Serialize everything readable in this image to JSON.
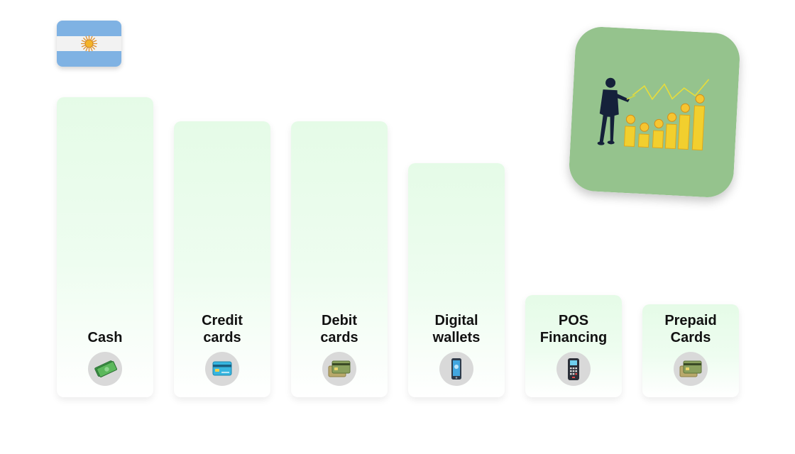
{
  "colors": {
    "flag_blue": "#7fb2e3",
    "flag_white": "#f2f2f2",
    "sun": "#f4b428",
    "bar_top": "#e5fbe7",
    "illus_bg": "#95c38d",
    "icon_circle": "#d9d9d9"
  },
  "flag": {
    "country": "Argentina",
    "icon": "argentina-flag-icon"
  },
  "illustration": {
    "icon": "businessman-growth-chart-icon"
  },
  "chart_data": {
    "type": "bar",
    "categories": [
      "Cash",
      "Credit cards",
      "Debit cards",
      "Digital wallets",
      "POS Financing",
      "Prepaid Cards"
    ],
    "labels": [
      "Cash",
      "Credit\ncards",
      "Debit\ncards",
      "Digital\nwallets",
      "POS\nFinancing",
      "Prepaid\nCards"
    ],
    "icons": [
      "cash-icon",
      "credit-card-icon",
      "debit-card-icon",
      "mobile-wallet-icon",
      "pos-terminal-icon",
      "prepaid-card-icon"
    ],
    "values": [
      100,
      92,
      92,
      78,
      34,
      31
    ],
    "ylim": [
      0,
      100
    ],
    "grid": false,
    "title": "",
    "xlabel": "",
    "ylabel": ""
  }
}
